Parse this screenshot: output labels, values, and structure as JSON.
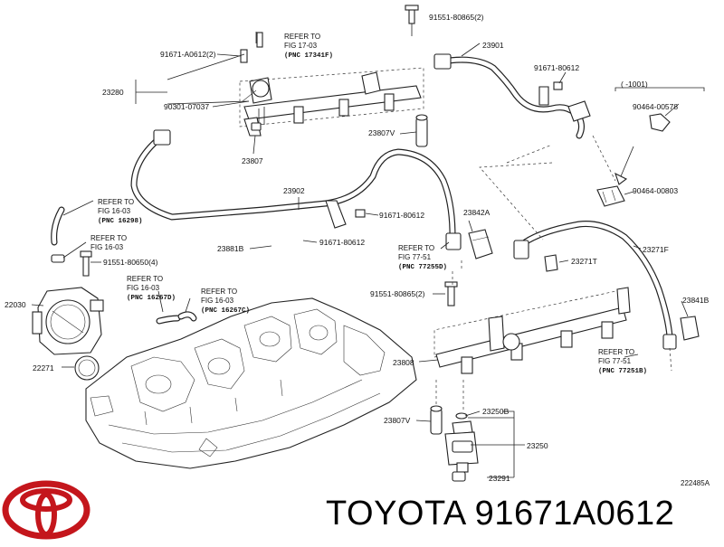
{
  "labels": {
    "p_91551_80865_top": "91551-80865(2)",
    "p_23901": "23901",
    "p_91671_A0612": "91671-A0612(2)",
    "p_refer_17_03_a": "REFER TO",
    "p_refer_17_03_b": "FIG 17-03",
    "p_refer_17_03_c": "(PNC 17341F)",
    "p_91671_80612_top": "91671-80612",
    "p_range": "(    -1001)",
    "p_23280": "23280",
    "p_90301_07037": "90301-07037",
    "p_90464_00578": "90464-00578",
    "p_23807V_top": "23807V",
    "p_23807": "23807",
    "p_90464_00803": "90464-00803",
    "p_23902": "23902",
    "p_refer_16_03_a1": "REFER TO",
    "p_refer_16_03_a2": "FIG 16-03",
    "p_refer_16_03_a3": "(PNC 16298)",
    "p_91671_80612_mid": "91671-80612",
    "p_23842A": "23842A",
    "p_refer_16_03_b1": "REFER TO",
    "p_refer_16_03_b2": "FIG 16-03",
    "p_23881B": "23881B",
    "p_91671_80612_mid2": "91671-80612",
    "p_refer_77_51_a1": "REFER TO",
    "p_refer_77_51_a2": "FIG 77-51",
    "p_refer_77_51_a3": "(PNC 77255D)",
    "p_23271F": "23271F",
    "p_91551_80650": "91551-80650(4)",
    "p_23271T": "23271T",
    "p_refer_16267D_1": "REFER TO",
    "p_refer_16267D_2": "FIG 16-03",
    "p_refer_16267D_3": "(PNC 16267D)",
    "p_refer_16267C_1": "REFER TO",
    "p_refer_16267C_2": "FIG 16-03",
    "p_refer_16267C_3": "(PNC 16267C)",
    "p_91551_80865_mid": "91551-80865(2)",
    "p_22030": "22030",
    "p_23841B": "23841B",
    "p_23808": "23808",
    "p_refer_77_51_b1": "REFER TO",
    "p_refer_77_51_b2": "FIG 77-51",
    "p_refer_77_51_b3": "(PNC 77251B)",
    "p_22271": "22271",
    "p_23807V_bot": "23807V",
    "p_23250B": "23250B",
    "p_23250": "23250",
    "p_23291": "23291",
    "p_diagram_id": "222485A"
  },
  "footer": {
    "brand_part_text": "TOYOTA 91671A0612"
  },
  "colors": {
    "line": "#222222",
    "logo": "#c4161c",
    "background": "#ffffff"
  }
}
